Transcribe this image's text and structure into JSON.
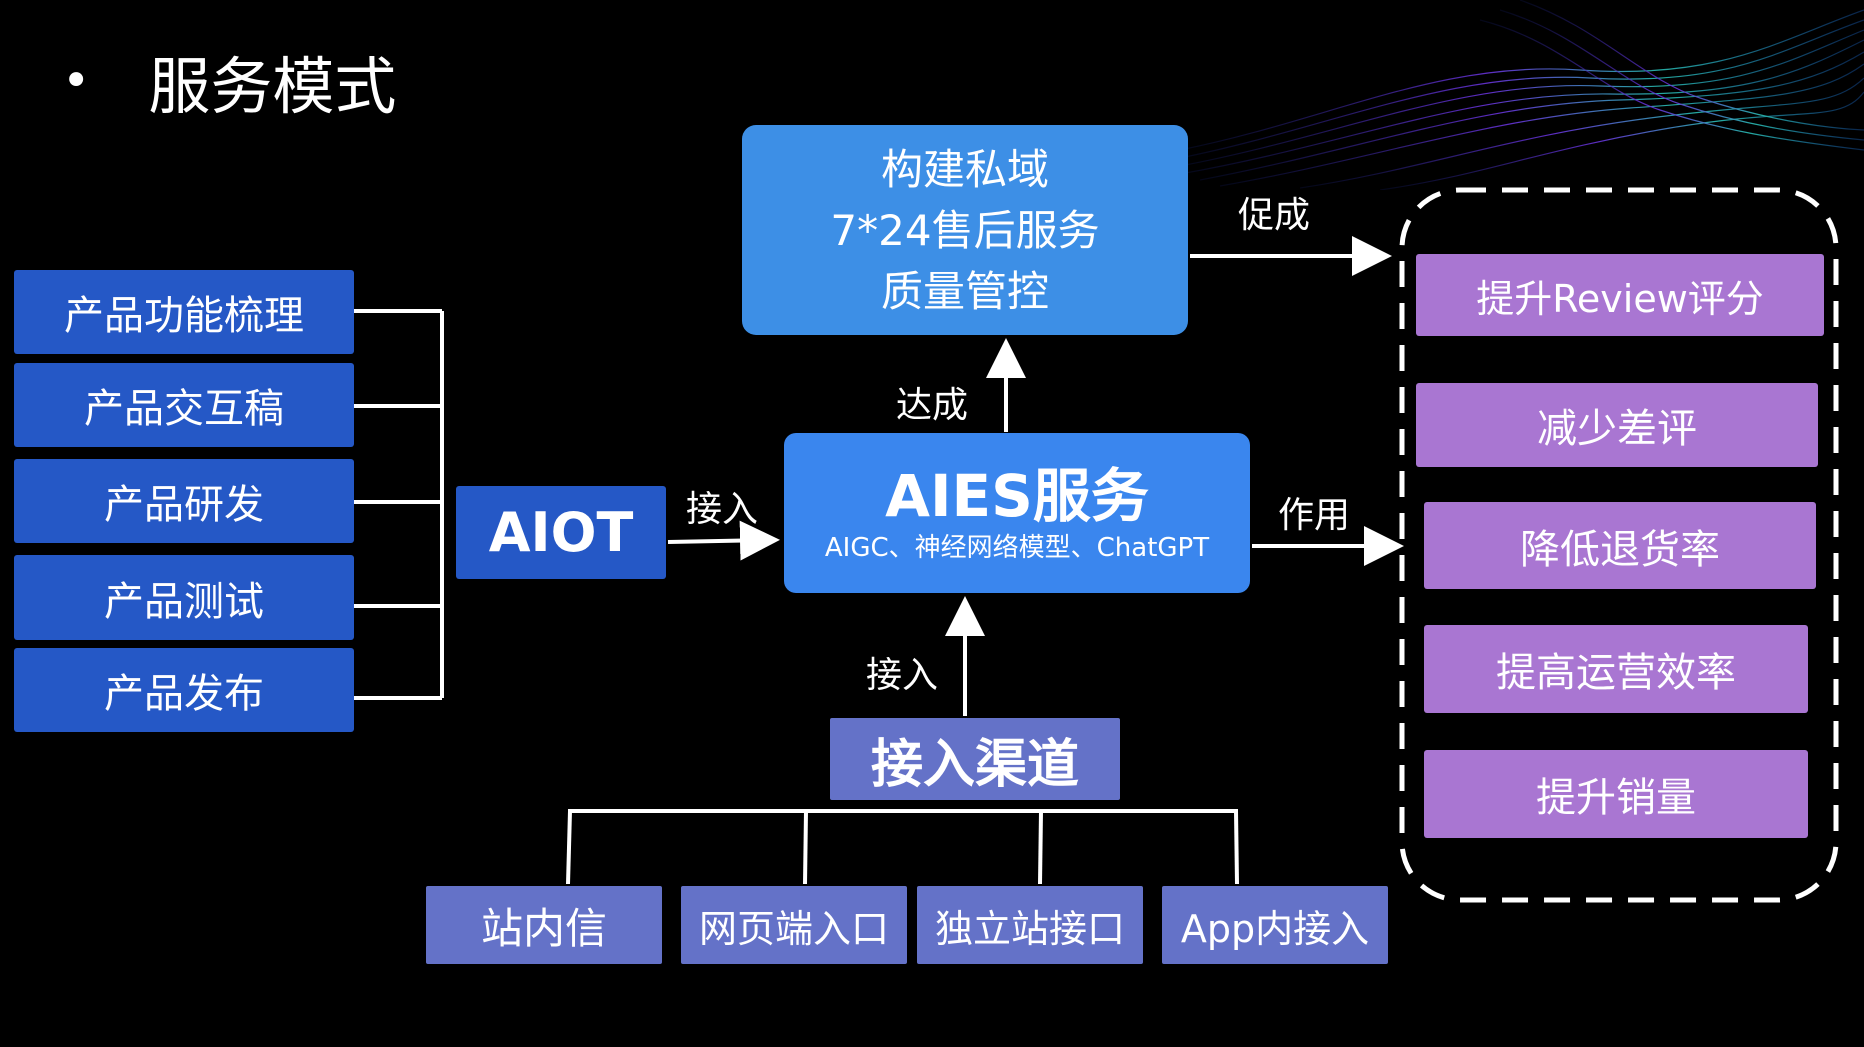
{
  "title": {
    "bullet": "•",
    "text": "服务模式"
  },
  "left_items": [
    "产品功能梳理",
    "产品交互稿",
    "产品研发",
    "产品测试",
    "产品发布"
  ],
  "aiot": "AIOT",
  "top_box": {
    "lines": [
      "构建私域",
      "7*24售后服务",
      "质量管控"
    ]
  },
  "aies": {
    "title": "AIES服务",
    "subtitle": "AIGC、神经网络模型、ChatGPT"
  },
  "channel": {
    "title": "接入渠道",
    "items": [
      "站内信",
      "网页端入口",
      "独立站接口",
      "App内接入"
    ]
  },
  "edge_labels": {
    "promote": "促成",
    "achieve": "达成",
    "connect_left": "接入",
    "effect": "作用",
    "connect_bottom": "接入"
  },
  "results": [
    "提升Review评分",
    "减少差评",
    "降低退货率",
    "提高运营效率",
    "提升销量"
  ],
  "colors": {
    "left_box": "#2558c6",
    "aies": "#3a86ee",
    "top_box": "#3d8fe6",
    "channel": "#6472c8",
    "result": "#a976d2",
    "background": "#000000"
  }
}
